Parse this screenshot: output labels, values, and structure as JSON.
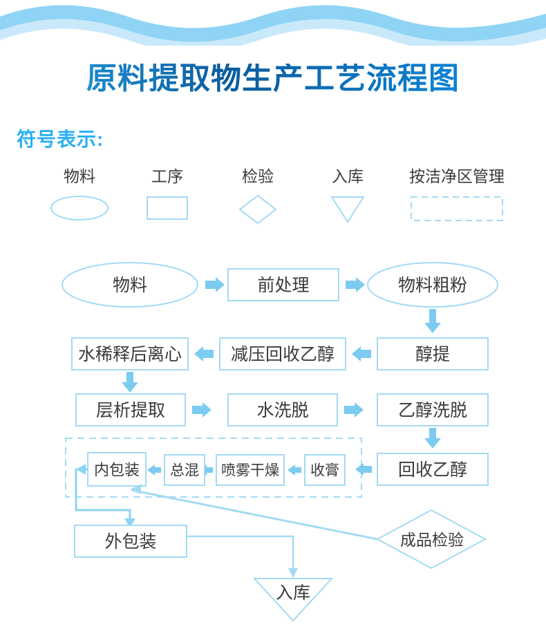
{
  "header": {
    "wave_color_dark": "#8FD4F5",
    "wave_color_light": "#C9E9FB"
  },
  "title": {
    "text": "原料提取物生产工艺流程图",
    "gradient_start": "#43ADDE",
    "gradient_mid": "#0B5C9C",
    "gradient_end": "#0E8FE0"
  },
  "legend": {
    "heading": "符号表示:",
    "heading_color": "#29B0F0",
    "items": [
      {
        "label": "物料",
        "shape": "ellipse"
      },
      {
        "label": "工序",
        "shape": "rectangle"
      },
      {
        "label": "检验",
        "shape": "diamond"
      },
      {
        "label": "入库",
        "shape": "triangle-down"
      },
      {
        "label": "按洁净区管理",
        "shape": "dashed-rectangle"
      }
    ]
  },
  "palette": {
    "shape_stroke": "#A3DAF3",
    "arrow_fill": "#7CCBF0",
    "connector_stroke": "#A3DAF3",
    "text": "#3A3A3A",
    "background": "#FFFFFF"
  },
  "flow": {
    "nodes": [
      {
        "id": "n1",
        "label": "物料",
        "shape": "ellipse"
      },
      {
        "id": "n2",
        "label": "前处理",
        "shape": "rectangle"
      },
      {
        "id": "n3",
        "label": "物料粗粉",
        "shape": "ellipse"
      },
      {
        "id": "n4",
        "label": "醇提",
        "shape": "rectangle"
      },
      {
        "id": "n5",
        "label": "减压回收乙醇",
        "shape": "rectangle"
      },
      {
        "id": "n6",
        "label": "水稀释后离心",
        "shape": "rectangle"
      },
      {
        "id": "n7",
        "label": "层析提取",
        "shape": "rectangle"
      },
      {
        "id": "n8",
        "label": "水洗脱",
        "shape": "rectangle"
      },
      {
        "id": "n9",
        "label": "乙醇洗脱",
        "shape": "rectangle"
      },
      {
        "id": "n10",
        "label": "回收乙醇",
        "shape": "rectangle"
      },
      {
        "id": "n11",
        "label": "收膏",
        "shape": "rectangle"
      },
      {
        "id": "n12",
        "label": "喷雾干燥",
        "shape": "rectangle"
      },
      {
        "id": "n13",
        "label": "总混",
        "shape": "rectangle"
      },
      {
        "id": "n14",
        "label": "内包装",
        "shape": "rectangle"
      },
      {
        "id": "n15",
        "label": "外包装",
        "shape": "rectangle"
      },
      {
        "id": "n16",
        "label": "成品检验",
        "shape": "diamond"
      },
      {
        "id": "n17",
        "label": "入库",
        "shape": "triangle-down"
      }
    ],
    "clean_zone_region": {
      "label": "按洁净区管理",
      "style": "dashed"
    },
    "edges": [
      {
        "from": "n1",
        "to": "n2",
        "dir": "right"
      },
      {
        "from": "n2",
        "to": "n3",
        "dir": "right"
      },
      {
        "from": "n3",
        "to": "n4",
        "dir": "down"
      },
      {
        "from": "n4",
        "to": "n5",
        "dir": "left"
      },
      {
        "from": "n5",
        "to": "n6",
        "dir": "left"
      },
      {
        "from": "n6",
        "to": "n7",
        "dir": "down"
      },
      {
        "from": "n7",
        "to": "n8",
        "dir": "right"
      },
      {
        "from": "n8",
        "to": "n9",
        "dir": "right"
      },
      {
        "from": "n9",
        "to": "n10",
        "dir": "down"
      },
      {
        "from": "n10",
        "to": "n11",
        "dir": "left"
      },
      {
        "from": "n11",
        "to": "n12",
        "dir": "left"
      },
      {
        "from": "n12",
        "to": "n13",
        "dir": "left"
      },
      {
        "from": "n13",
        "to": "n14",
        "dir": "left"
      },
      {
        "from": "n14",
        "to": "n15",
        "dir": "down-elbow"
      },
      {
        "from": "n16",
        "to": "n14",
        "dir": "diagonal-up-left"
      },
      {
        "from": "n15",
        "to": "n17",
        "dir": "right-elbow-down"
      }
    ]
  }
}
